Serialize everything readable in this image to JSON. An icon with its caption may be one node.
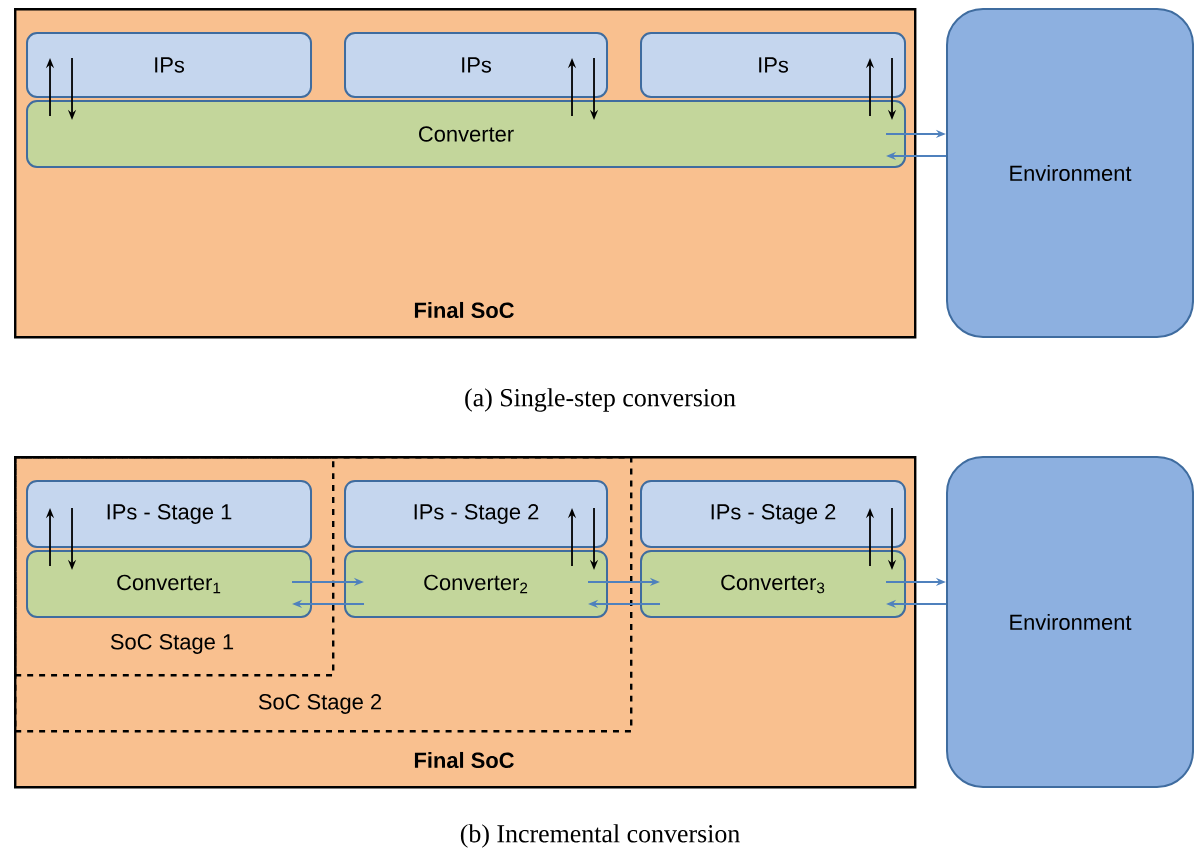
{
  "diagram": {
    "nodes": [
      {
        "text": [
          "Final SoC"
        ]
      },
      {
        "text": [
          "IPs"
        ],
        "in": 0
      },
      {
        "text": [
          "IPs"
        ],
        "in": 0
      },
      {
        "text": [
          "IPs"
        ],
        "in": 0
      },
      {
        "text": [
          "Converter"
        ],
        "in": 0
      },
      {
        "text": [
          "Environment"
        ]
      },
      {
        "text": [
          "Final SoC"
        ]
      },
      {
        "text": [
          "SoC Stage 2"
        ],
        "in": 6
      },
      {
        "text": [
          "SoC Stage 1"
        ],
        "in": 7
      },
      {
        "text": [
          "IPs - Stage 1"
        ],
        "in": 8
      },
      {
        "text": [
          "Converter$_{1}$"
        ],
        "in": 8
      },
      {
        "text": [
          "IPs - Stage 2"
        ],
        "in": 7
      },
      {
        "text": [
          "Converter$_{2}$"
        ],
        "in": 7
      },
      {
        "text": [
          "IPs - Stage 2"
        ],
        "in": 6
      },
      {
        "text": [
          "Converter$_{3}$"
        ],
        "in": 6
      },
      {
        "text": [
          "Environment"
        ]
      }
    ],
    "edges": [
      {
        "from": 4,
        "to": 1,
        "arrow": "to"
      },
      {
        "from": 1,
        "to": 4,
        "arrow": "to"
      },
      {
        "from": 4,
        "to": 2,
        "arrow": "to"
      },
      {
        "from": 2,
        "to": 4,
        "arrow": "to"
      },
      {
        "from": 4,
        "to": 3,
        "arrow": "to"
      },
      {
        "from": 3,
        "to": 4,
        "arrow": "to"
      },
      {
        "from": 4,
        "to": 5,
        "arrow": "to",
        "color": "#4f81bd"
      },
      {
        "from": 5,
        "to": 4,
        "arrow": "to",
        "color": "#4f81bd"
      },
      {
        "from": 10,
        "to": 9,
        "arrow": "to"
      },
      {
        "from": 9,
        "to": 10,
        "arrow": "to"
      },
      {
        "from": 12,
        "to": 11,
        "arrow": "to"
      },
      {
        "from": 11,
        "to": 12,
        "arrow": "to"
      },
      {
        "from": 14,
        "to": 13,
        "arrow": "to"
      },
      {
        "from": 13,
        "to": 14,
        "arrow": "to"
      },
      {
        "from": 10,
        "to": 12,
        "arrow": "to",
        "color": "#4f81bd"
      },
      {
        "from": 12,
        "to": 10,
        "arrow": "to",
        "color": "#4f81bd"
      },
      {
        "from": 12,
        "to": 14,
        "arrow": "to",
        "color": "#4f81bd"
      },
      {
        "from": 14,
        "to": 12,
        "arrow": "to",
        "color": "#4f81bd"
      },
      {
        "from": 14,
        "to": 15,
        "arrow": "to",
        "color": "#4f81bd"
      },
      {
        "from": 15,
        "to": 14,
        "arrow": "to",
        "color": "#4f81bd"
      }
    ],
    "labels": [
      "(a) Single-step conversion",
      "(b) Incremental conversion"
    ]
  }
}
